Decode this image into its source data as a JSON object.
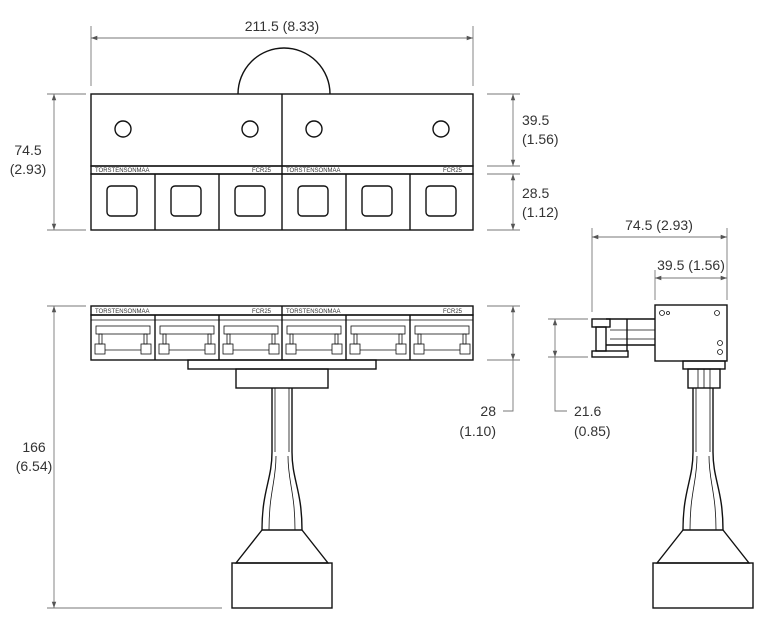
{
  "dimensions": {
    "top_width": "211.5 (8.33)",
    "front_height_mm": "74.5",
    "front_height_in": "(2.93)",
    "upper_mm": "39.5",
    "upper_in": "(1.56)",
    "lower_mm": "28.5",
    "lower_in": "(1.12)",
    "total_height_mm": "166",
    "total_height_in": "(6.54)",
    "block_mm": "28",
    "block_in": "(1.10)",
    "side_block_mm": "21.6",
    "side_block_in": "(0.85)",
    "side_width": "74.5 (2.93)",
    "side_upper": "39.5 (1.56)"
  },
  "labels": {
    "brand": "TORSTENSONMAA",
    "model": "FCR25"
  }
}
